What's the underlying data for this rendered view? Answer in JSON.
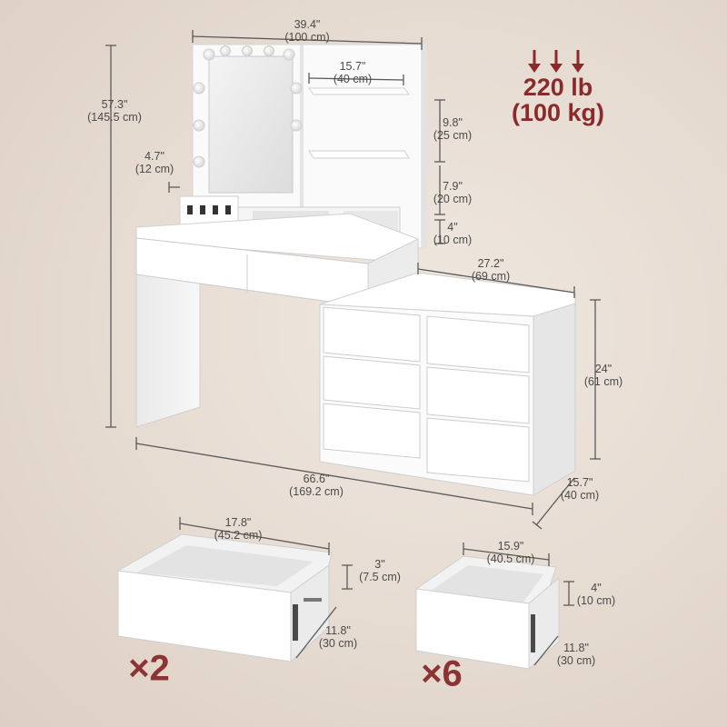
{
  "dimensions": {
    "top_width": {
      "in": "39.4\"",
      "cm": "(100 cm)"
    },
    "total_height": {
      "in": "57.3\"",
      "cm": "(145.5 cm)"
    },
    "shelf_width": {
      "in": "15.7\"",
      "cm": "(40 cm)"
    },
    "shelf_gap_upper": {
      "in": "9.8\"",
      "cm": "(25 cm)"
    },
    "shelf_gap_lower": {
      "in": "7.9\"",
      "cm": "(20 cm)"
    },
    "bottom_gap": {
      "in": "4\"",
      "cm": "(10 cm)"
    },
    "outlet_height": {
      "in": "4.7\"",
      "cm": "(12 cm)"
    },
    "cabinet_width": {
      "in": "27.2\"",
      "cm": "(69 cm)"
    },
    "cabinet_height": {
      "in": "24\"",
      "cm": "(61 cm)"
    },
    "total_width": {
      "in": "66.6\"",
      "cm": "(169.2 cm)"
    },
    "cabinet_depth": {
      "in": "15.7\"",
      "cm": "(40 cm)"
    }
  },
  "weight": {
    "value": "220 lb",
    "metric": "(100 kg)"
  },
  "drawer_large": {
    "width": {
      "in": "17.8\"",
      "cm": "(45.2 cm)"
    },
    "height": {
      "in": "3\"",
      "cm": "(7.5 cm)"
    },
    "depth": {
      "in": "11.8\"",
      "cm": "(30 cm)"
    },
    "count": "×2"
  },
  "drawer_small": {
    "width": {
      "in": "15.9\"",
      "cm": "(40.5 cm)"
    },
    "height": {
      "in": "4\"",
      "cm": "(10 cm)"
    },
    "depth": {
      "in": "11.8\"",
      "cm": "(30 cm)"
    },
    "count": "×6"
  },
  "colors": {
    "background": "#e6dbd1",
    "accent": "#8b2a2a",
    "dim_line": "#5a5a5a",
    "furniture": "#ffffff"
  }
}
